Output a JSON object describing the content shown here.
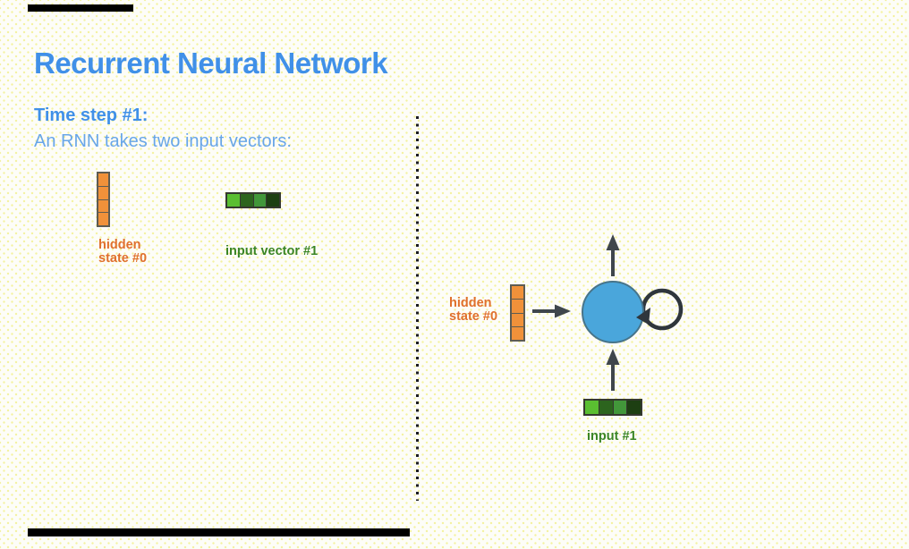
{
  "slide": {
    "title": "Recurrent Neural Network",
    "step": {
      "heading": "Time step #1:",
      "description": "An RNN takes two input vectors:"
    }
  },
  "colors": {
    "title_blue": "#4090e8",
    "description_blue": "#68a6e8",
    "hidden_state_orange": "#f0913a",
    "orange_label_text": "#e0702d",
    "green_label_text": "#3a8526",
    "rnn_node_blue": "#4aa6db",
    "arrow_gray": "#3f464c",
    "progress_bar_black": "#000000"
  },
  "left_panel": {
    "hidden_state": {
      "label_line1": "hidden",
      "label_line2": "state #0",
      "cells": [
        "#f0913a",
        "#f0913a",
        "#f0913a",
        "#f0913a"
      ]
    },
    "input_vector": {
      "label": "input vector #1",
      "cells": [
        "#5abe31",
        "#2c641e",
        "#42973a",
        "#1d3f12"
      ]
    }
  },
  "right_panel": {
    "hidden_state": {
      "label_line1": "hidden",
      "label_line2": "state #0",
      "cells": [
        "#f0913a",
        "#f0913a",
        "#f0913a",
        "#f0913a"
      ]
    },
    "input_vector": {
      "label": "input #1",
      "cells": [
        "#5abe31",
        "#2c641e",
        "#42973a",
        "#1d3f12"
      ]
    }
  }
}
